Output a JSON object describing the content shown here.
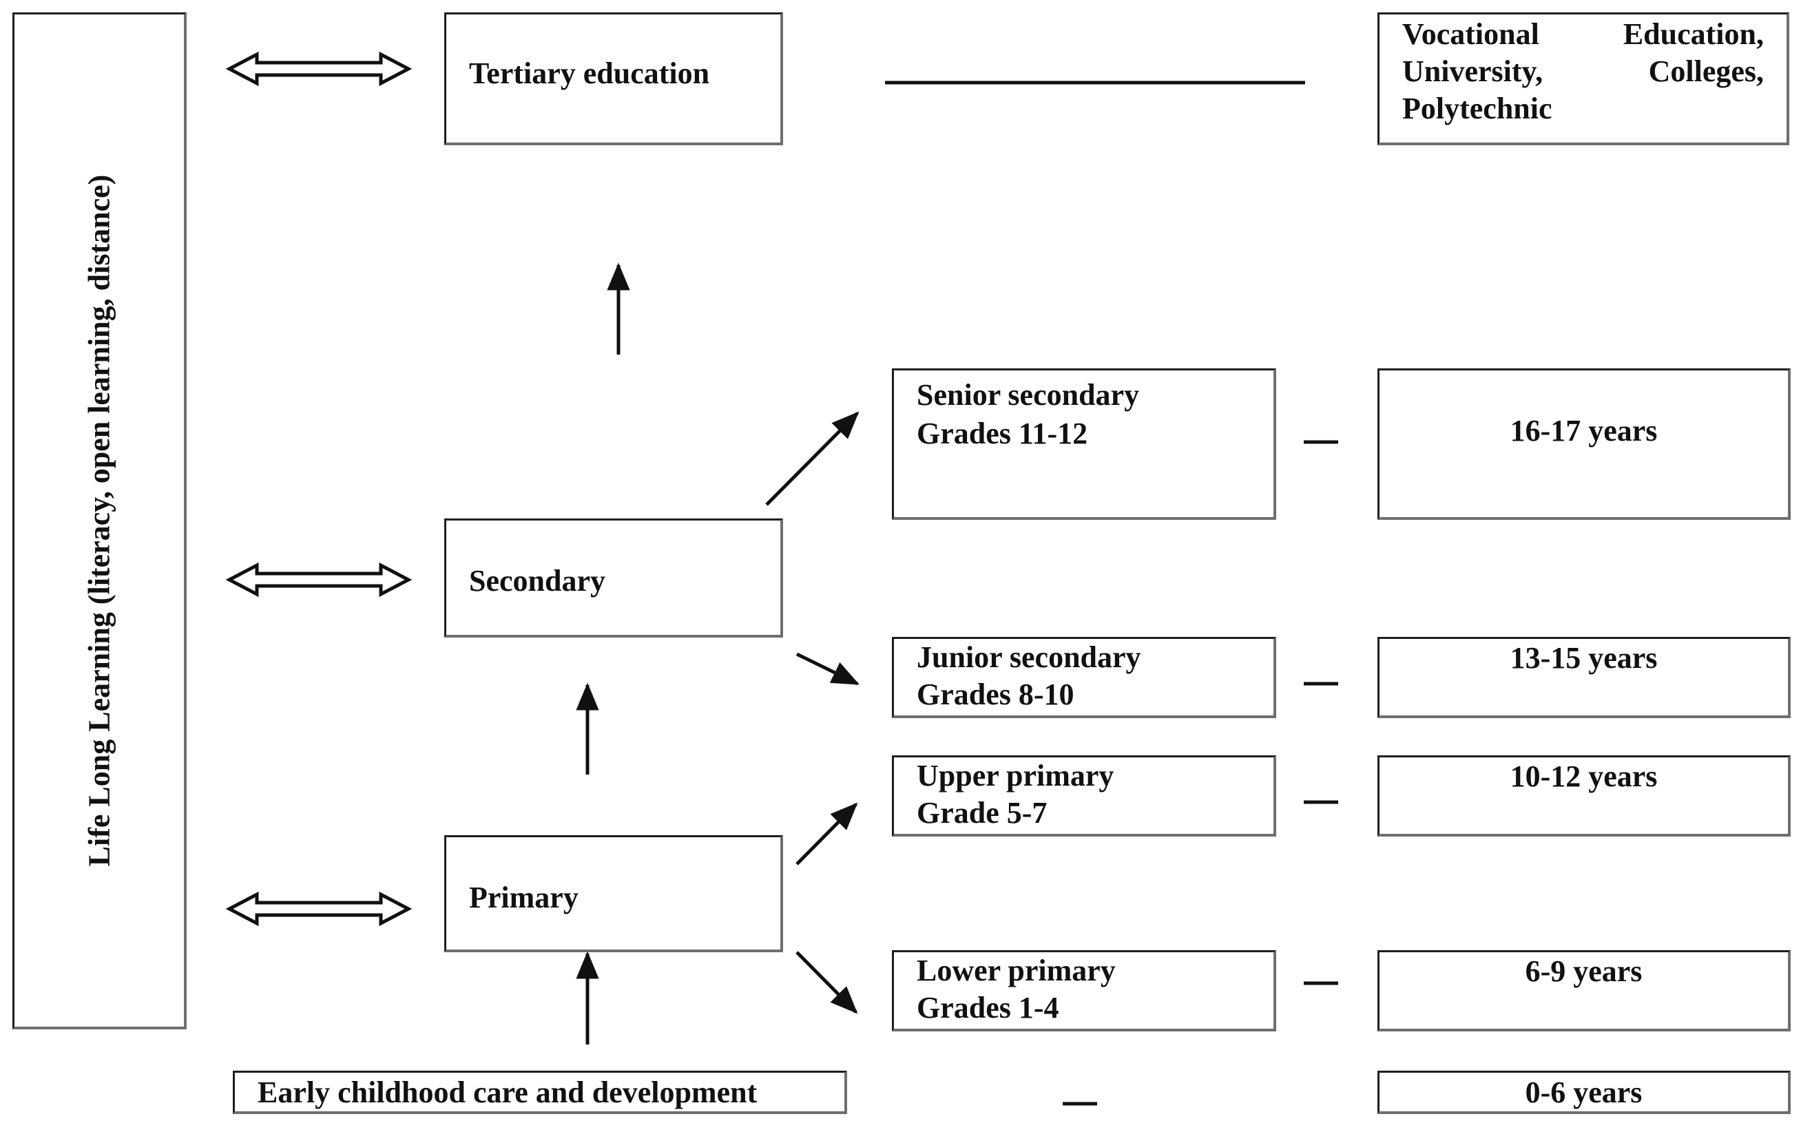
{
  "lifelong": "Life Long Learning (literacy, open learning, distance)",
  "levels": {
    "tertiary": "Tertiary education",
    "secondary": "Secondary",
    "primary": "Primary",
    "early": "Early childhood care and development"
  },
  "tertiary_desc": {
    "line1_left": "Vocational",
    "line1_right": "Education,",
    "line2_left": "University,",
    "line2_right": "Colleges,",
    "line3": "Polytechnic"
  },
  "stages": [
    {
      "name": "Senior secondary",
      "grades": "Grades 11-12",
      "ages": "16-17 years"
    },
    {
      "name": "Junior secondary",
      "grades": "Grades 8-10",
      "ages": "13-15 years"
    },
    {
      "name": "Upper primary",
      "grades": "Grade 5-7",
      "ages": "10-12 years"
    },
    {
      "name": "Lower primary",
      "grades": "Grades 1-4",
      "ages": "6-9 years"
    }
  ],
  "early_ages": "0-6 years",
  "colors": {
    "stroke": "#111111",
    "text": "#111111",
    "background": "#ffffff"
  },
  "icons": [
    "double-arrow-icon",
    "arrow-icon",
    "dash-icon"
  ]
}
